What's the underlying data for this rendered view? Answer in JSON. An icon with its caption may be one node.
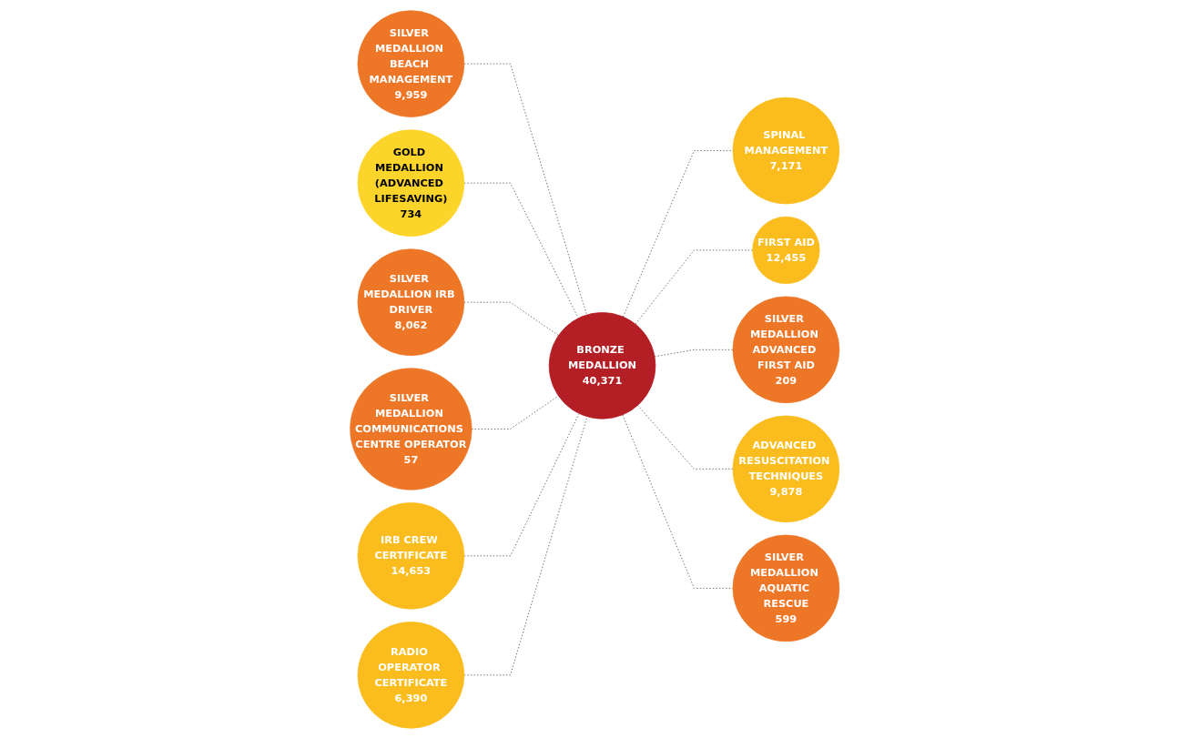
{
  "diagram": {
    "nodes": [
      {
        "text": [
          "SILVER MEDALLION BEACH MANAGEMENT",
          "9,959"
        ]
      },
      {
        "text": [
          "GOLD MEDALLION (ADVANCED LIFESAVING)",
          "734"
        ]
      },
      {
        "text": [
          "SILVER MEDALLION IRB DRIVER",
          "8,062"
        ]
      },
      {
        "text": [
          "SILVER MEDALLION COMMUNICATIONS CENTRE OPERATOR",
          "57"
        ]
      },
      {
        "text": [
          "IRB CREW CERTIFICATE",
          "14,653"
        ]
      },
      {
        "text": [
          "RADIO OPERATOR CERTIFICATE",
          "6,390"
        ]
      },
      {
        "text": [
          "BRONZE MEDALLION",
          "40,371"
        ]
      },
      {
        "text": [
          "SPINAL MANAGEMENT",
          "7,171"
        ]
      },
      {
        "text": [
          "FIRST AID",
          "12,455"
        ]
      },
      {
        "text": [
          "SILVER MEDALLION ADVANCED FIRST AID",
          "209"
        ]
      },
      {
        "text": [
          "ADVANCED RESUSCITATION TECHNIQUES",
          "9,878"
        ]
      },
      {
        "text": [
          "SILVER MEDALLION AQUATIC RESCUE",
          "599"
        ]
      }
    ],
    "edges": [
      {
        "from": 0,
        "to": 6,
        "arrow": "none",
        "style": "dashed"
      },
      {
        "from": 1,
        "to": 6,
        "arrow": "none",
        "style": "dashed"
      },
      {
        "from": 2,
        "to": 6,
        "arrow": "none",
        "style": "dashed"
      },
      {
        "from": 3,
        "to": 6,
        "arrow": "none",
        "style": "dashed"
      },
      {
        "from": 4,
        "to": 6,
        "arrow": "none",
        "style": "dashed"
      },
      {
        "from": 5,
        "to": 6,
        "arrow": "none",
        "style": "dashed"
      },
      {
        "from": 6,
        "to": 7,
        "arrow": "none",
        "style": "dashed"
      },
      {
        "from": 6,
        "to": 8,
        "arrow": "none",
        "style": "dashed"
      },
      {
        "from": 6,
        "to": 9,
        "arrow": "none",
        "style": "dashed"
      },
      {
        "from": 6,
        "to": 10,
        "arrow": "none",
        "style": "dashed"
      },
      {
        "from": 6,
        "to": 11,
        "arrow": "none",
        "style": "dashed"
      }
    ]
  }
}
